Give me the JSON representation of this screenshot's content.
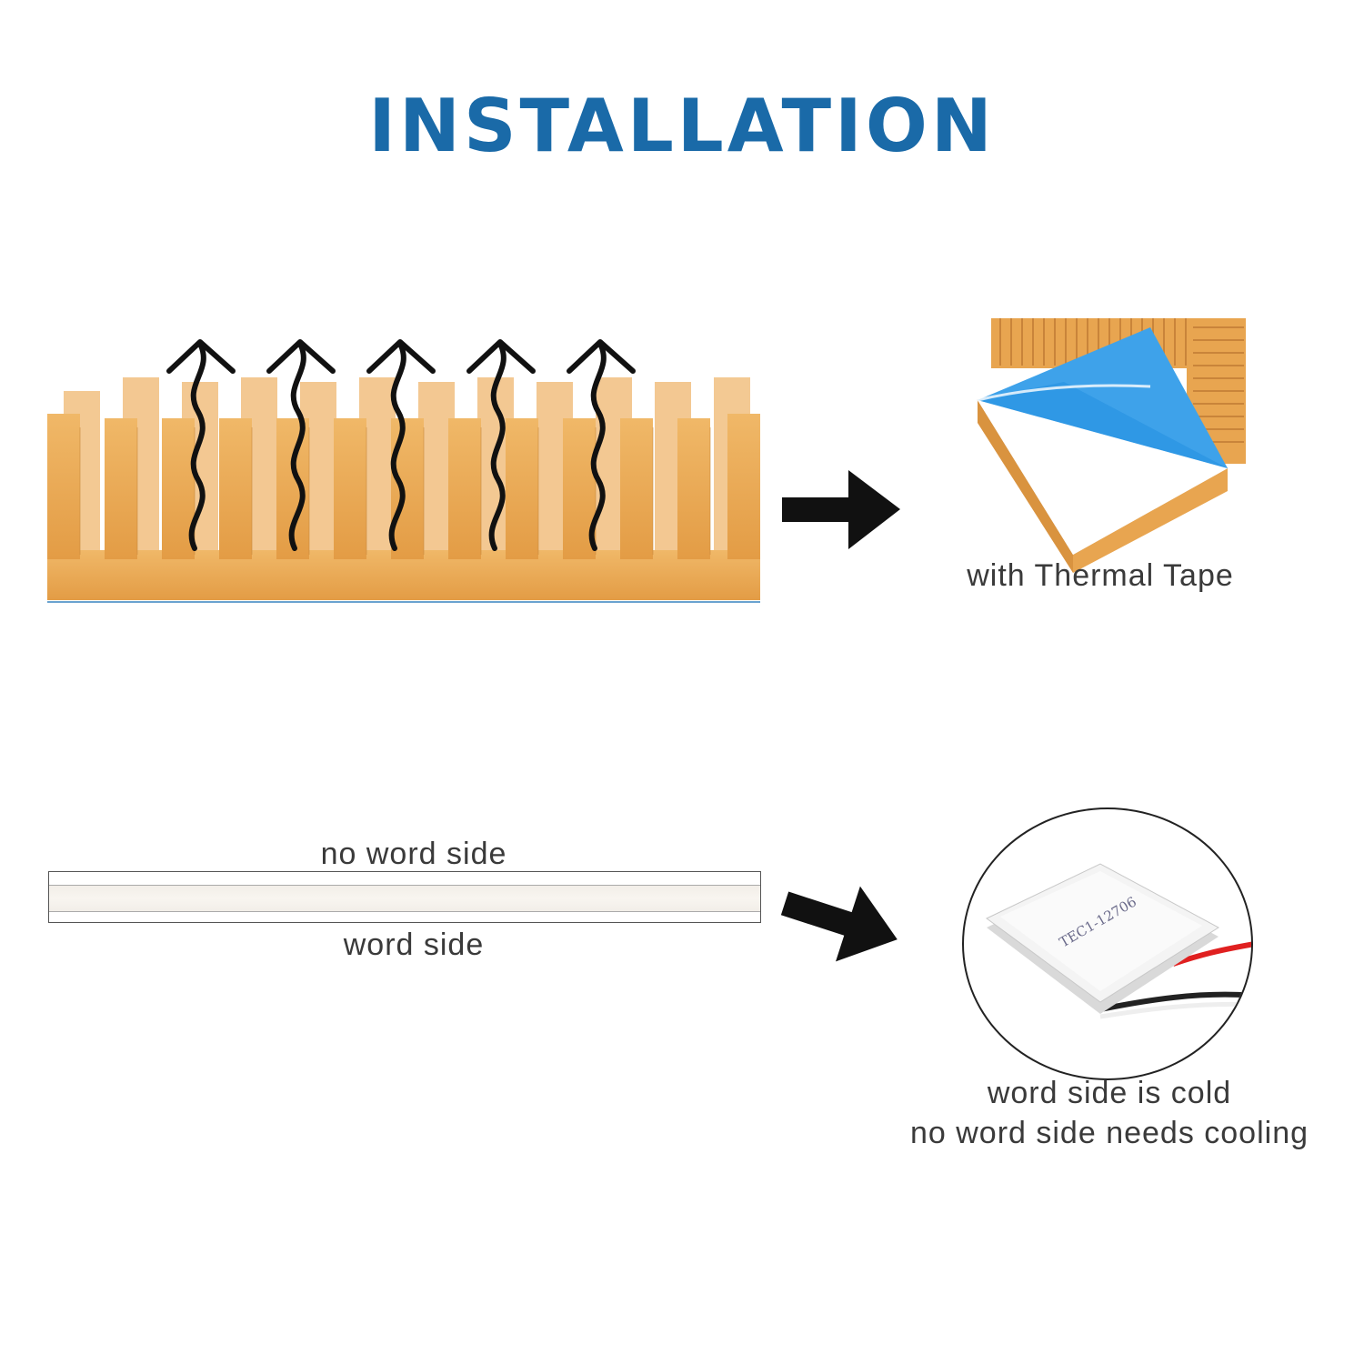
{
  "title": "INSTALLATION",
  "heatsink_section": {
    "image_name": "copper heatsink with rising heat waves",
    "product_caption": "with Thermal Tape"
  },
  "peltier_section": {
    "top_label": "no word side",
    "bottom_label": "word side",
    "module_marking": "TEC1-12706",
    "caption_line1": "word side is cold",
    "caption_line2": "no word side needs cooling"
  },
  "colors": {
    "title": "#1a6aa8",
    "copper": "#e8a550",
    "tape_blue": "#3ea2ea",
    "arrow": "#111111"
  },
  "icons": [
    "heat-wave-arrow-icon",
    "right-arrow-icon",
    "diagonal-arrow-icon"
  ]
}
